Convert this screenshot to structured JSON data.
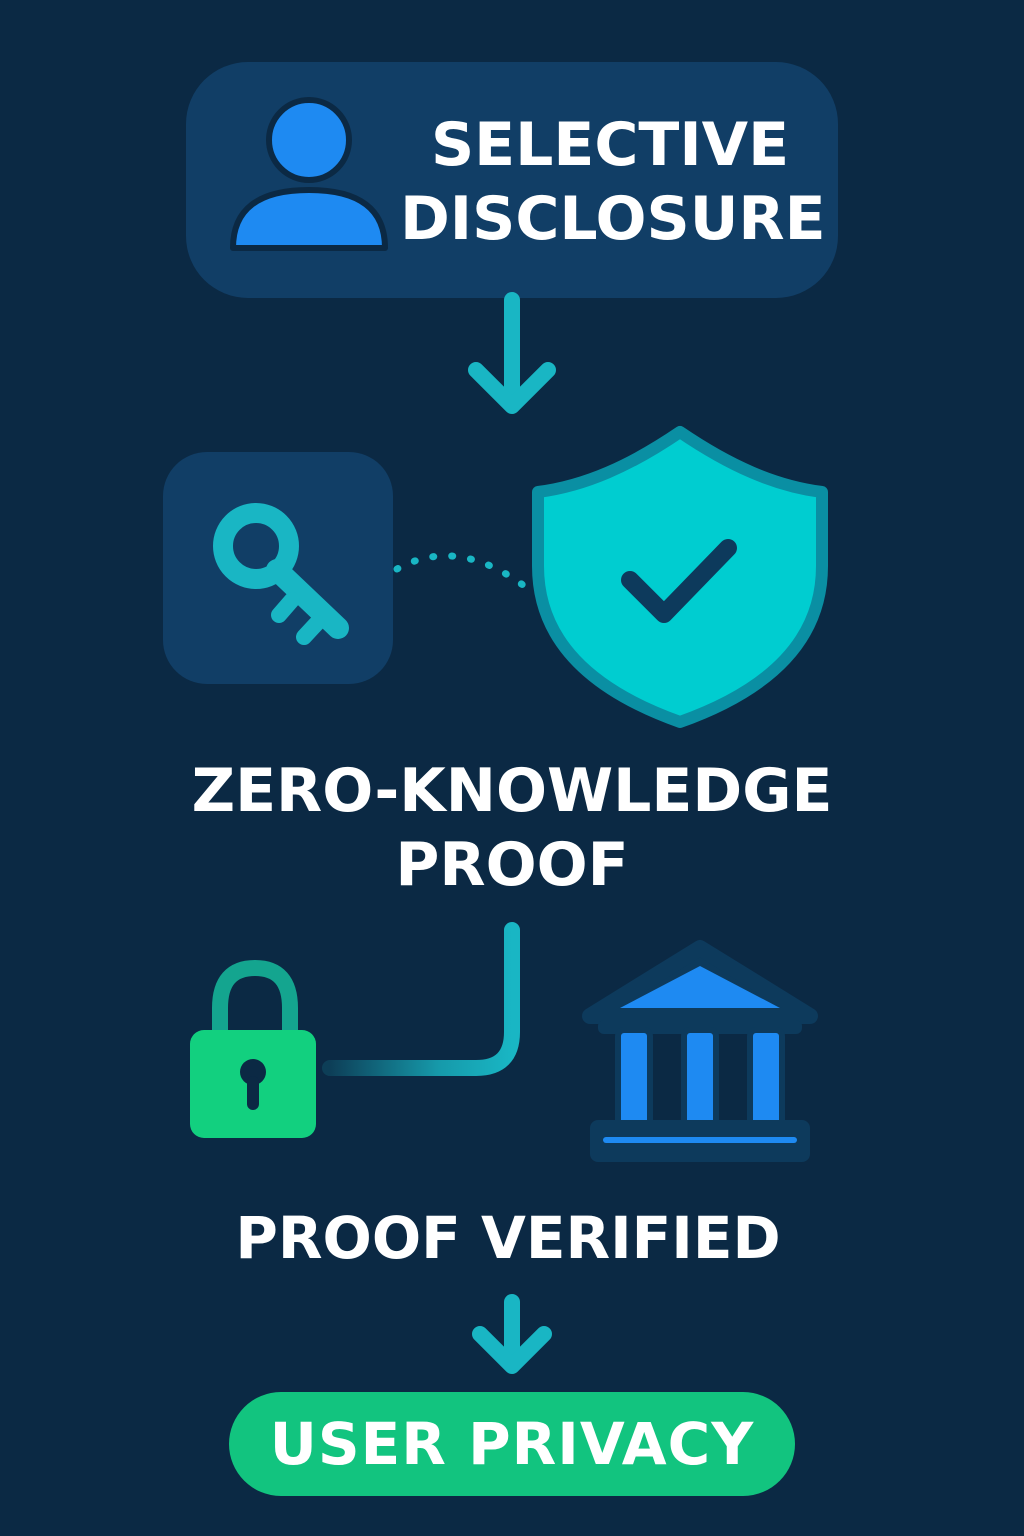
{
  "steps": {
    "selective_disclosure": {
      "line1": "SELECTIVE",
      "line2": "DISCLOSURE"
    },
    "zero_knowledge": {
      "line1": "ZERO-KNOWLEDGE",
      "line2": "PROOF"
    },
    "proof_verified": "PROOF VERIFIED",
    "user_privacy": "USER PRIVACY"
  },
  "icons": [
    "user-icon",
    "key-icon",
    "shield-check-icon",
    "lock-icon",
    "bank-building-icon"
  ],
  "colors": {
    "background": "#0b2944",
    "card": "#113e66",
    "teal_accent": "#19b6c4",
    "shield": "#00cdd0",
    "user_blue": "#1e8af2",
    "lock_green": "#12d07f",
    "pill_green": "#12c47f"
  }
}
